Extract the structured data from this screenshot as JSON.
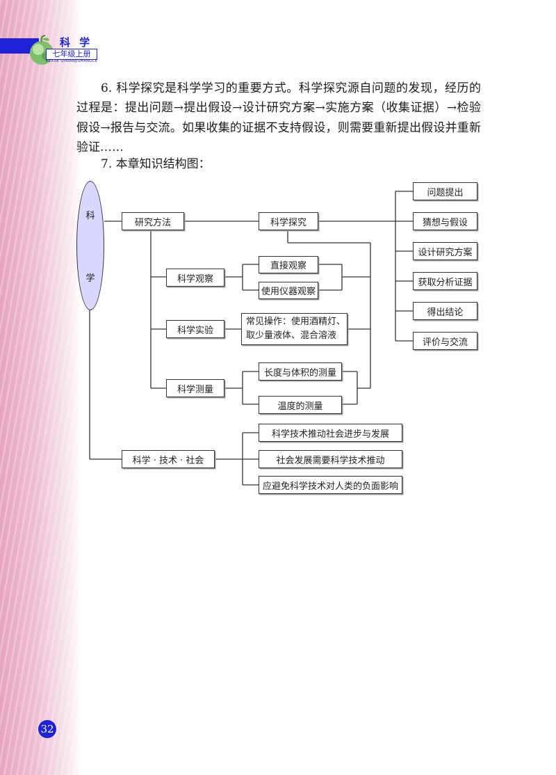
{
  "header": {
    "title": "科 学",
    "grade": "七年级上册",
    "pinyin": "KEXUE QINIANJISHANGCE"
  },
  "content": {
    "paragraph6": "6. 科学探究是科学学习的重要方式。科学探究源自问题的发现，经历的过程是：提出问题→提出假设→设计研究方案→实施方案（收集证据）→检验假设→报告与交流。如果收集的证据不支持假设，则需要重新提出假设并重新验证……",
    "heading7": "7. 本章知识结构图："
  },
  "diagram": {
    "root_top": "科",
    "root_bottom": "学",
    "research_methods": "研究方法",
    "scientific_inquiry": "科学探究",
    "observation": "科学观察",
    "direct_observation": "直接观察",
    "instrument_observation": "使用仪器观察",
    "experiment": "科学实验",
    "experiment_detail": "常见操作：使用酒精灯、取少量液体、混合溶液",
    "measurement": "科学测量",
    "length_volume": "长度与体积的测量",
    "temperature": "温度的测量",
    "sts": "科学 · 技术 · 社会",
    "sts_items": [
      "科学技术推动社会进步与发展",
      "社会发展需要科学技术推动",
      "应避免科学技术对人类的负面影响"
    ],
    "inquiry_steps": [
      "问题提出",
      "猜想与假设",
      "设计研究方案",
      "获取分析证据",
      "得出结论",
      "评价与交流"
    ]
  },
  "page_number": "32",
  "colors": {
    "brand_blue": "#1f22d6",
    "oval_fill": "#d9d6ff",
    "margin_pink": "#e7a3c0"
  }
}
